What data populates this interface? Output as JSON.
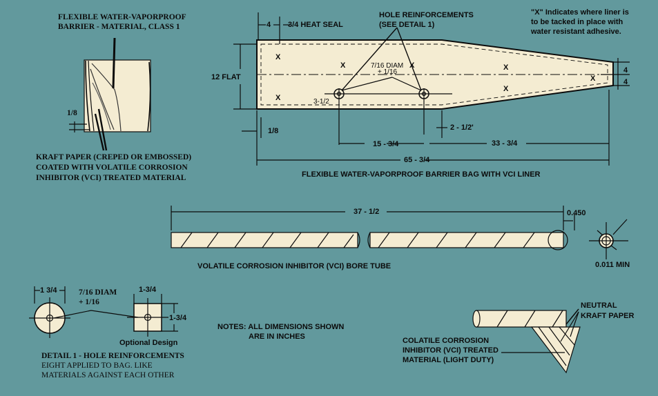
{
  "colors": {
    "background": "#62999d",
    "paper": "#f4ecd2",
    "ink": "#0b0b0b"
  },
  "labels": {
    "barrier_title_1": "FLEXIBLE WATER-VAPORPROOF",
    "barrier_title_2": "BARRIER - MATERIAL, CLASS 1",
    "kraft_1": "KRAFT PAPER (CREPED OR EMBOSSED)",
    "kraft_2": "COATED WITH VOLATILE CORROSION",
    "kraft_3": "INHIBITOR (VCI) TREATED MATERIAL",
    "eighth_left": "1/8",
    "heat_seal": "3/4 HEAT SEAL",
    "dim_4_top": "4",
    "hole_reinf_1": "HOLE REINFORCEMENTS",
    "hole_reinf_2": "(SEE DETAIL 1)",
    "note_x_1": "\"X\" Indicates where liner is",
    "note_x_2": "to be tacked in place with",
    "note_x_3": "water resistant adhesive.",
    "twelve_flat": "12  FLAT",
    "diam_bag_1": "7/16  DIAM",
    "diam_bag_2": "+ 1/16",
    "three_half": "3-1/2",
    "dim_4_a": "4",
    "dim_4_b": "4",
    "eighth_bag": "1/8",
    "two_half": "2 - 1/2'",
    "fifteen": "15 - 3/4",
    "thirtythree": "33 - 3/4",
    "sixtyfive": "65 - 3/4",
    "bag_title": "FLEXIBLE WATER-VAPORPROOF BARRIER BAG WITH VCI LINER",
    "thirtyseven": "37 - 1/2",
    "tube_od": "0.450",
    "tube_title": "VOLATILE CORROSION INHIBITOR (VCI) BORE TUBE",
    "tube_min": "0.011 MIN",
    "det_1_3_4_a": "1 3/4",
    "det_diam_1": "7/16  DIAM",
    "det_diam_2": "+ 1/16",
    "det_1_3_4_b": "1-3/4",
    "det_1_3_4_c": "1-3/4",
    "optional": "Optional Design",
    "detail_1": "DETAIL 1 - HOLE REINFORCEMENTS",
    "detail_2": "EIGHT APPLIED TO BAG.  LIKE",
    "detail_3": "MATERIALS AGAINST EACH OTHER",
    "notes_1": "NOTES: ALL DIMENSIONS SHOWN",
    "notes_2": "ARE IN INCHES",
    "neutral_1": "NEUTRAL",
    "neutral_2": "KRAFT PAPER",
    "vci_light_1": "COLATILE CORROSION",
    "vci_light_2": "INHIBITOR (VCI) TREATED",
    "vci_light_3": "MATERIAL (LIGHT DUTY)",
    "x_mark": "X"
  }
}
